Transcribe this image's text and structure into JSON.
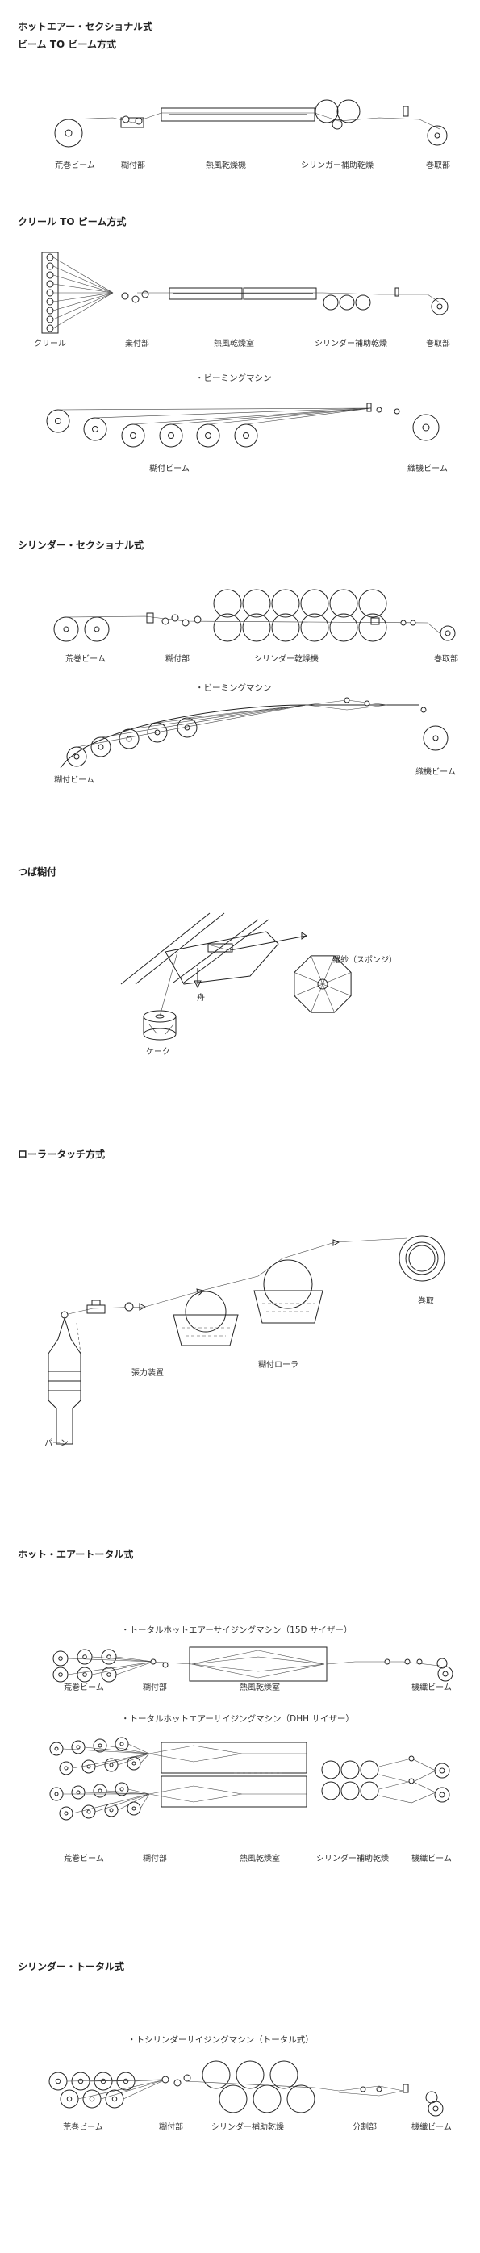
{
  "sections": {
    "hot_air_sectional": {
      "title_line1": "ホットエアー・セクショナル式",
      "title_line2": "ビーム TO ビーム方式",
      "labels": [
        "荒巻ビーム",
        "糊付部",
        "熱風乾燥機",
        "シリンガー補助乾燥",
        "巻取部"
      ]
    },
    "creel_to_beam": {
      "title": "クリール TO ビーム方式",
      "labels": [
        "クリール",
        "棄付部",
        "熱風乾燥室",
        "シリンダー補助乾燥",
        "巻取部"
      ],
      "beaming_title": "・ビーミングマシン",
      "beaming_labels": [
        "糊付ビーム",
        "織機ビーム"
      ]
    },
    "cylinder_sectional": {
      "title": "シリンダー・セクショナル式",
      "labels": [
        "荒巻ビーム",
        "糊付部",
        "シリンダー乾燥機",
        "巻取部"
      ],
      "beaming_title": "・ビーミングマシン",
      "beaming_labels": [
        "糊付ビーム",
        "織機ビーム"
      ]
    },
    "tsuba_sizing": {
      "title": "つば糊付",
      "labels": [
        "羅紗（スポンジ）",
        "舟",
        "ケーク"
      ]
    },
    "roller_touch": {
      "title": "ローラータッチ方式",
      "labels": [
        "巻取",
        "張力装置",
        "糊付ローラ",
        "パーン"
      ]
    },
    "hot_air_total": {
      "title": "ホット・エアートータル式",
      "sub1": "・トータルホットエアーサイジングマシン（15D サイザー）",
      "labels1": [
        "荒巻ビーム",
        "糊付部",
        "熱風乾燥室",
        "機織ビーム"
      ],
      "sub2": "・トータルホットエアーサイジングマシン（DHH サイザー）",
      "labels2": [
        "荒巻ビーム",
        "糊付部",
        "熱風乾燥室",
        "シリンダー補助乾燥",
        "機織ビーム"
      ]
    },
    "cylinder_total": {
      "title": "シリンダー・トータル式",
      "sub": "・トシリンダーサイジングマシン（トータル式）",
      "labels": [
        "荒巻ビーム",
        "糊付部",
        "シリンダー補助乾燥",
        "分割部",
        "機織ビーム"
      ]
    }
  }
}
